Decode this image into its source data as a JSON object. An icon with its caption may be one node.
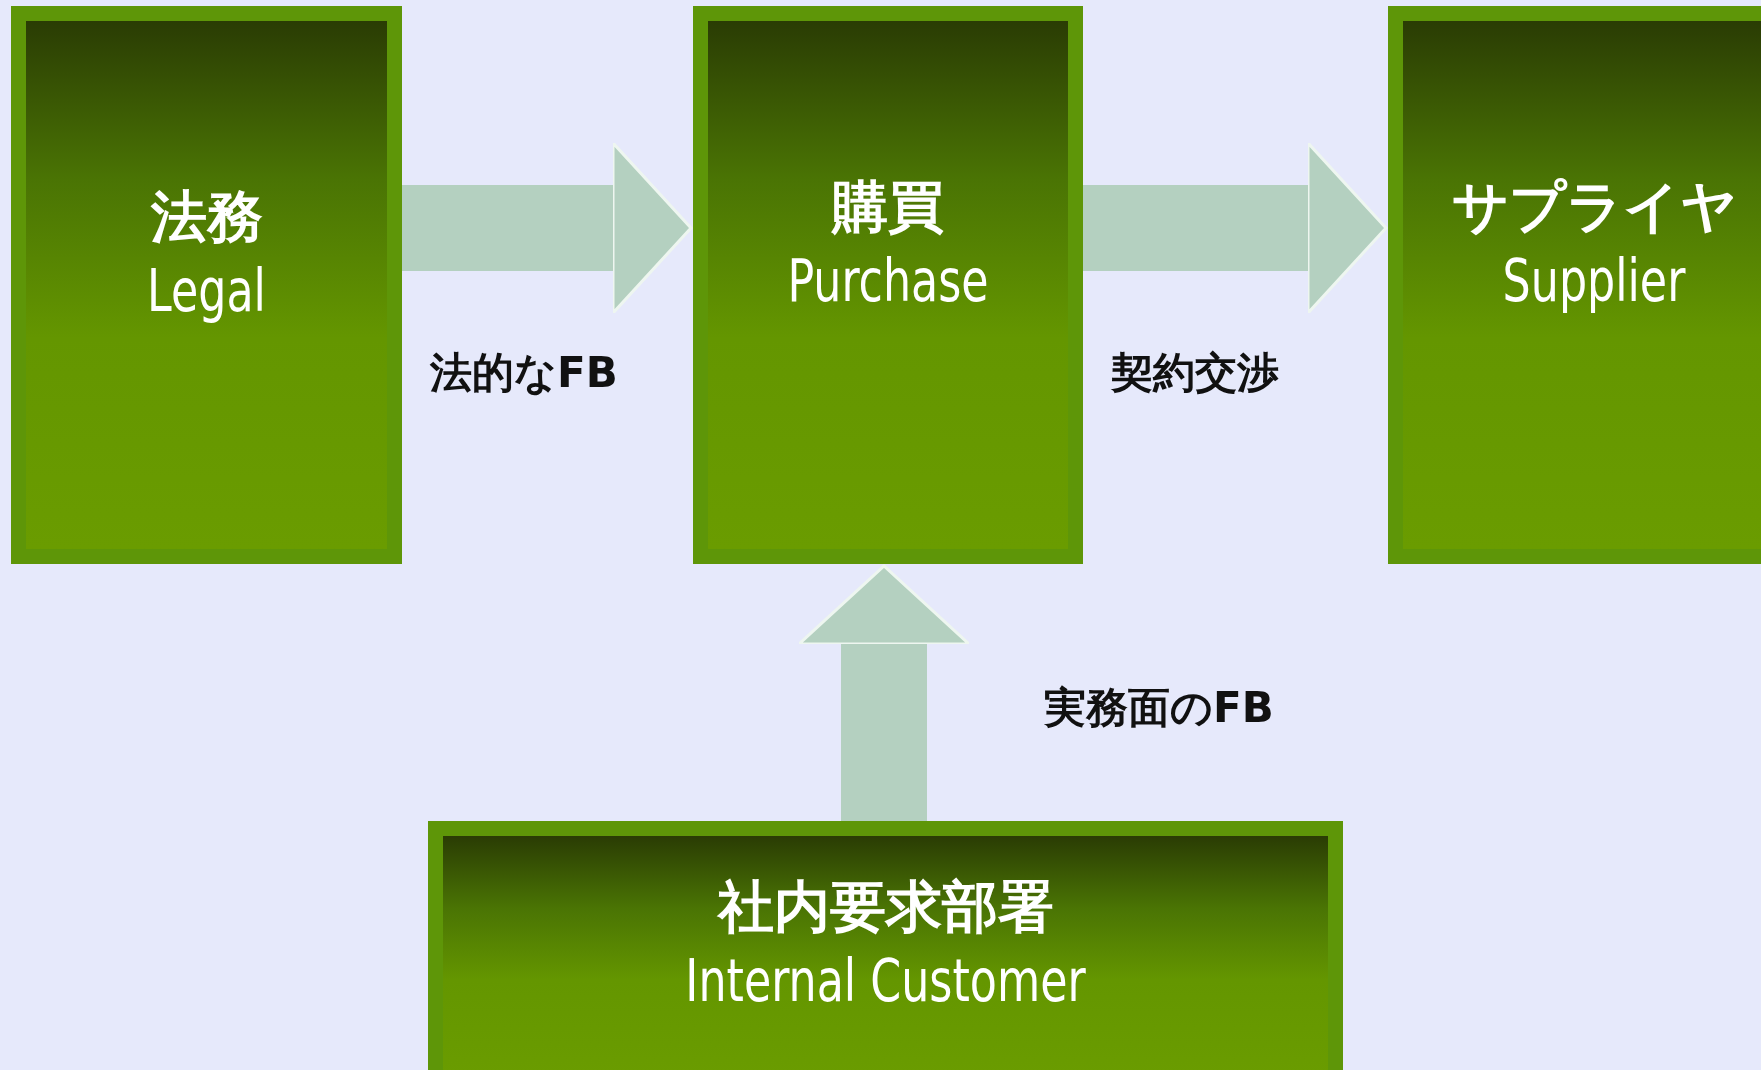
{
  "diagram": {
    "nodes": [
      {
        "text": [
          "法務",
          "Legal"
        ]
      },
      {
        "text": [
          "購買",
          "Purchase"
        ]
      },
      {
        "text": [
          "サプライヤ",
          "Supplier"
        ]
      },
      {
        "text": [
          "社内要求部署",
          "Internal Customer"
        ]
      }
    ],
    "edges": [
      {
        "from": 0,
        "to": 1,
        "arrow": "to",
        "label": "法的なFB"
      },
      {
        "from": 1,
        "to": 2,
        "arrow": "to",
        "label": "契約交渉"
      },
      {
        "from": 3,
        "to": 1,
        "arrow": "to",
        "label": "実務面のFB"
      }
    ]
  }
}
